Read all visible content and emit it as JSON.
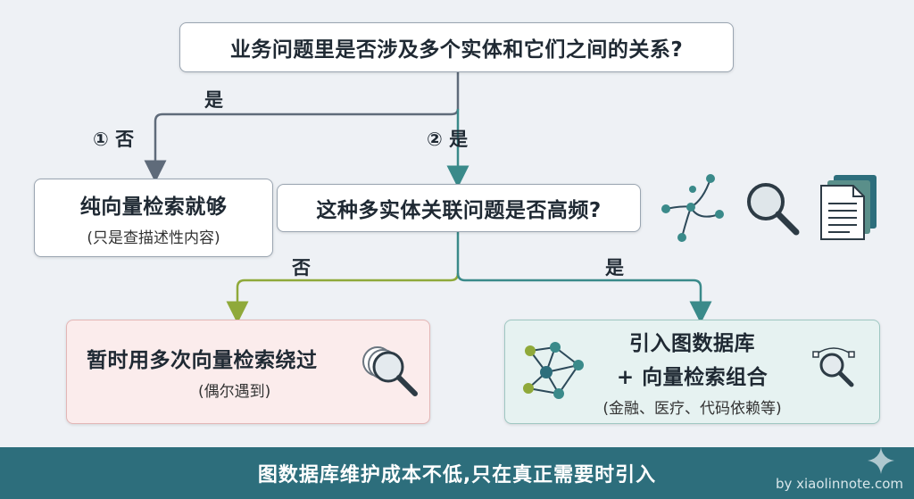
{
  "question1": "业务问题里是否涉及多个实体和它们之间的关系?",
  "question2": "这种多实体关联问题是否高频?",
  "labels": {
    "yes_top": "是",
    "branch1": "① 否",
    "branch2": "② 是",
    "no_q2": "否",
    "yes_q2": "是"
  },
  "answers": {
    "vector_only": {
      "title": "纯向量检索就够",
      "sub": "(只是查描述性内容)"
    },
    "multi_vector": {
      "title": "暂时用多次向量检索绕过",
      "sub": "(偶尔遇到)"
    },
    "graph_combo": {
      "title_line1": "引入图数据库",
      "title_line2": "+ 向量检索组合",
      "sub": "(金融、医疗、代码依赖等)"
    }
  },
  "footer": {
    "text": "图数据库维护成本不低,只在真正需要时引入",
    "credit": "by xiaolinnote.com"
  },
  "colors": {
    "footer_bg": "#2d6e7c",
    "arrow_gray": "#5f6b7a",
    "arrow_teal": "#3a8a8a",
    "arrow_green": "#8fa93a",
    "box_pink": "#fbecec",
    "box_teal": "#e6f2f1"
  },
  "icons": [
    "graph-nodes-icon",
    "magnifier-icon",
    "documents-icon",
    "stacked-search-icon",
    "network-graph-icon",
    "vector-search-icon",
    "sparkle-icon"
  ]
}
